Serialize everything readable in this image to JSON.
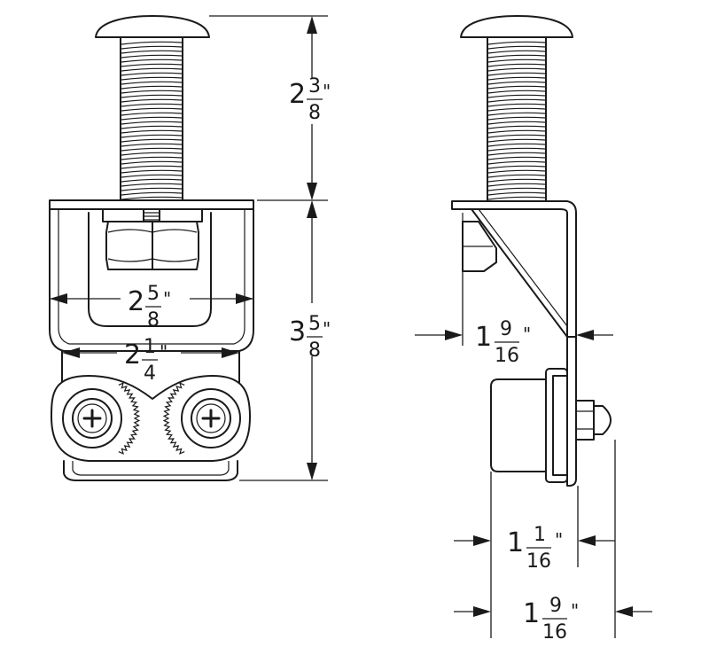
{
  "dimensions": [
    {
      "id": "bolt-length",
      "whole": "2",
      "num": "3",
      "den": "8",
      "unit": "\""
    },
    {
      "id": "overall-height",
      "whole": "3",
      "num": "5",
      "den": "8",
      "unit": "\""
    },
    {
      "id": "bracket-width",
      "whole": "2",
      "num": "5",
      "den": "8",
      "unit": "\""
    },
    {
      "id": "base-width",
      "whole": "2",
      "num": "1",
      "den": "4",
      "unit": "\""
    },
    {
      "id": "bracket-depth",
      "whole": "1",
      "num": "9",
      "den": "16",
      "unit": "\""
    },
    {
      "id": "lamp-depth",
      "whole": "1",
      "num": "1",
      "den": "16",
      "unit": "\""
    },
    {
      "id": "total-depth",
      "whole": "1",
      "num": "9",
      "den": "16",
      "unit": "\""
    }
  ],
  "colors": {
    "ink": "#1a1a1a",
    "background": "#ffffff"
  }
}
